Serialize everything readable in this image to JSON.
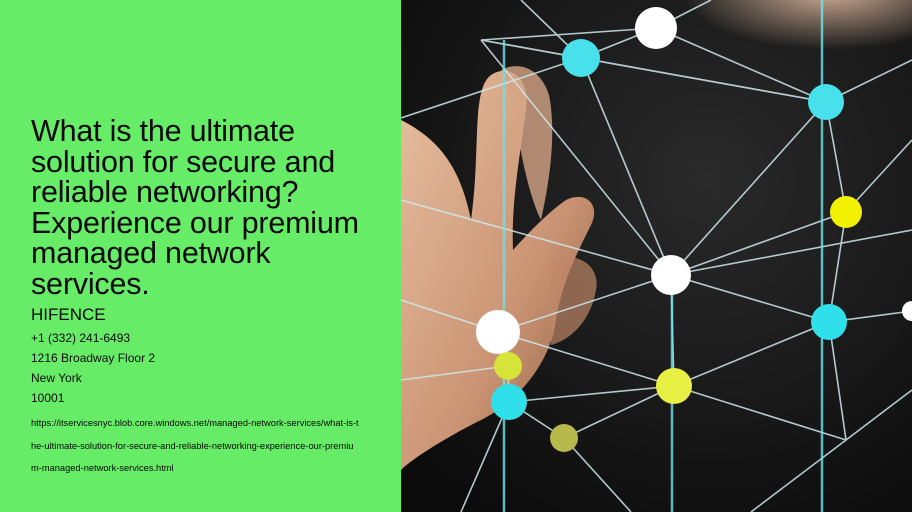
{
  "headline": "What is the ultimate solution for secure and reliable networking? Experience our premium managed network services.",
  "company": {
    "name": "HIFENCE",
    "phone": "+1 (332) 241-6493",
    "address": "1216 Broadway Floor 2",
    "city": "New York",
    "zip": "10001"
  },
  "source_url": "https://itservicesnyc.blob.core.windows.net/managed-network-services/what-is-the-ultimate-solution-for-secure-and-reliable-networking-experience-our-premium-managed-network-services.html",
  "colors": {
    "panel_green": "#66ec66",
    "node_cyan": "#3ee6f0",
    "node_yellow": "#eef03a",
    "node_white": "#ffffff"
  },
  "image": {
    "subject": "hand-touching-network-mesh"
  }
}
